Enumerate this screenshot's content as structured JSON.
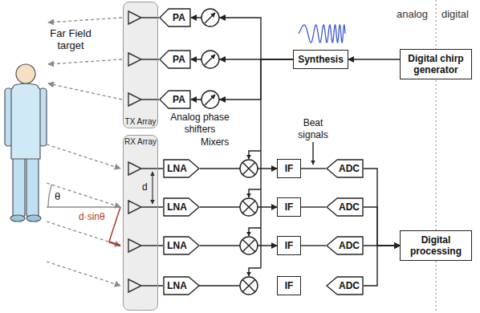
{
  "diagram": {
    "nodes": [
      {
        "text": [
          "TX Array"
        ]
      },
      {
        "text": [
          "PA"
        ]
      },
      {
        "text": [
          "PA"
        ]
      },
      {
        "text": [
          "PA"
        ]
      },
      {
        "text": [
          "Synthesis"
        ]
      },
      {
        "text": [
          "Digital chirp generator"
        ]
      },
      {
        "text": [
          "RX Array"
        ]
      },
      {
        "text": [
          "LNA"
        ]
      },
      {
        "text": [
          "LNA"
        ]
      },
      {
        "text": [
          "LNA"
        ]
      },
      {
        "text": [
          "LNA"
        ]
      },
      {
        "text": [
          "IF"
        ]
      },
      {
        "text": [
          "IF"
        ]
      },
      {
        "text": [
          "IF"
        ]
      },
      {
        "text": [
          "IF"
        ]
      },
      {
        "text": [
          "ADC"
        ]
      },
      {
        "text": [
          "ADC"
        ]
      },
      {
        "text": [
          "ADC"
        ]
      },
      {
        "text": [
          "ADC"
        ]
      },
      {
        "text": [
          "Digital processing"
        ]
      }
    ],
    "edges": [
      {
        "from": 5,
        "to": 4,
        "arrow": "to"
      },
      {
        "from": 4,
        "to": 1,
        "arrow": "to"
      },
      {
        "from": 4,
        "to": 2,
        "arrow": "to"
      },
      {
        "from": 4,
        "to": 3,
        "arrow": "to"
      },
      {
        "from": 7,
        "to": 11,
        "arrow": "to"
      },
      {
        "from": 8,
        "to": 12,
        "arrow": "to"
      },
      {
        "from": 9,
        "to": 13,
        "arrow": "to"
      },
      {
        "from": 11,
        "to": 15,
        "arrow": "none"
      },
      {
        "from": 12,
        "to": 16,
        "arrow": "none"
      },
      {
        "from": 13,
        "to": 17,
        "arrow": "none"
      },
      {
        "from": 15,
        "to": 19,
        "arrow": "to"
      },
      {
        "from": 16,
        "to": 19,
        "arrow": "to"
      },
      {
        "from": 17,
        "to": 19,
        "arrow": "to"
      },
      {
        "from": 18,
        "to": 19,
        "arrow": "to"
      }
    ],
    "labels": [
      "analog",
      "digital",
      "Far Field target",
      "Analog phase shifters",
      "Mixers",
      "Beat signals",
      "θ",
      "d",
      "d·sinθ"
    ]
  }
}
